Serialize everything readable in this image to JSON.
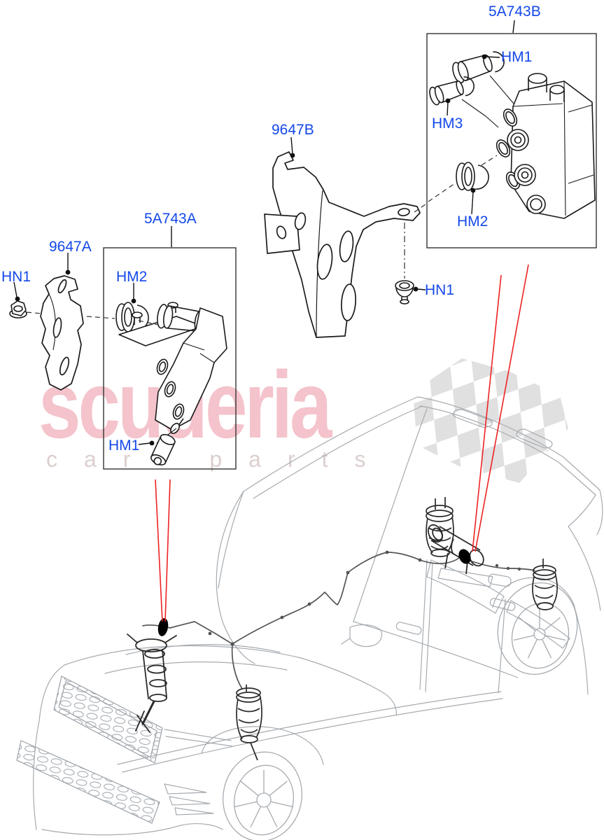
{
  "callouts": {
    "box_b_assembly": {
      "label": "5A743B"
    },
    "hm1_b": {
      "label": "HM1"
    },
    "hm3_b": {
      "label": "HM3"
    },
    "hm2_b": {
      "label": "HM2"
    },
    "bracket_b": {
      "label": "9647B"
    },
    "hn1_b": {
      "label": "HN1"
    },
    "box_a_assembly": {
      "label": "5A743A"
    },
    "bracket_a": {
      "label": "9647A"
    },
    "hn1_a": {
      "label": "HN1"
    },
    "hm2_a": {
      "label": "HM2"
    },
    "hm1_a": {
      "label": "HM1"
    }
  },
  "watermark": {
    "brand": "scuderia",
    "tagline": "car parts"
  },
  "colors": {
    "callout_text": "#1448e8",
    "leader_red": "#ee2222",
    "part_ink": "#1b1b1b",
    "car_outline": "#a6abb0",
    "watermark_pink": "#f4c3cb",
    "watermark_gray": "#ddcfcf",
    "flag_checker": "#d6d6d6",
    "background": "#ffffff"
  }
}
